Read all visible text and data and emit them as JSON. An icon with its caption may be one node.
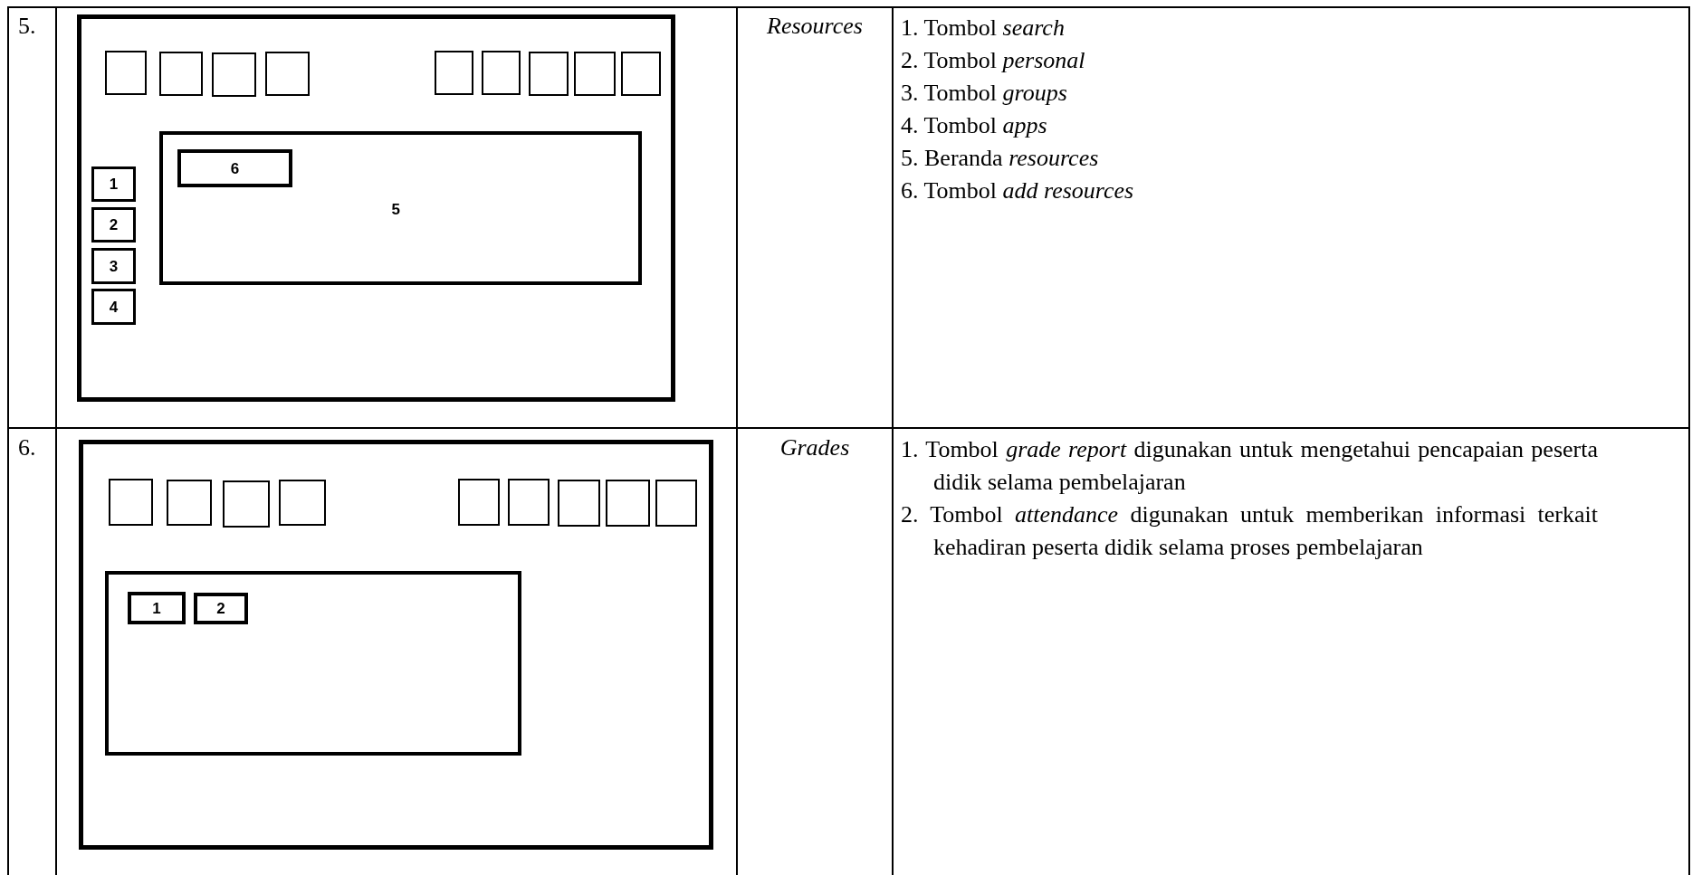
{
  "diagram": {
    "nodes": [
      {
        "text": [],
        "shape": "box"
      },
      {
        "text": [],
        "shape": "box",
        "in": 0
      },
      {
        "text": [],
        "shape": "box",
        "in": 0
      },
      {
        "text": [],
        "shape": "box",
        "in": 0
      },
      {
        "text": [],
        "shape": "box",
        "in": 0
      },
      {
        "text": [],
        "shape": "box",
        "in": 0
      },
      {
        "text": [],
        "shape": "box",
        "in": 0
      },
      {
        "text": [],
        "shape": "box",
        "in": 0
      },
      {
        "text": [],
        "shape": "box",
        "in": 0
      },
      {
        "text": [],
        "shape": "box",
        "in": 0
      },
      {
        "text": [
          "5"
        ],
        "in": 0
      },
      {
        "text": [
          "6"
        ],
        "in": 10
      },
      {
        "text": [
          "1"
        ],
        "in": 0
      },
      {
        "text": [
          "2"
        ],
        "in": 0
      },
      {
        "text": [
          "3"
        ],
        "in": 0
      },
      {
        "text": [
          "4"
        ],
        "in": 0
      },
      {
        "text": [],
        "shape": "box"
      },
      {
        "text": [],
        "shape": "box",
        "in": 16
      },
      {
        "text": [],
        "shape": "box",
        "in": 16
      },
      {
        "text": [],
        "shape": "box",
        "in": 16
      },
      {
        "text": [],
        "shape": "box",
        "in": 16
      },
      {
        "text": [],
        "shape": "box",
        "in": 16
      },
      {
        "text": [],
        "shape": "box",
        "in": 16
      },
      {
        "text": [],
        "shape": "box",
        "in": 16
      },
      {
        "text": [],
        "shape": "box",
        "in": 16
      },
      {
        "text": [],
        "shape": "box",
        "in": 16
      },
      {
        "text": [],
        "shape": "box",
        "in": 16
      },
      {
        "text": [
          "1"
        ],
        "in": 26
      },
      {
        "text": [
          "2"
        ],
        "in": 26
      }
    ],
    "labels": [
      "5.",
      "Resources",
      "1. Tombol *search*",
      "2. Tombol *personal*",
      "3. Tombol *groups*",
      "4. Tombol *apps*",
      "5. Beranda *resources*",
      "6. Tombol *add resources*",
      "6.",
      "Grades",
      "1. Tombol *grade report* digunakan untuk mengetahui pencapaian peserta didik selama pembelajaran",
      "2. Tombol *attendance* digunakan untuk memberikan informasi terkait kehadiran peserta didik selama proses pembelajaran"
    ]
  }
}
